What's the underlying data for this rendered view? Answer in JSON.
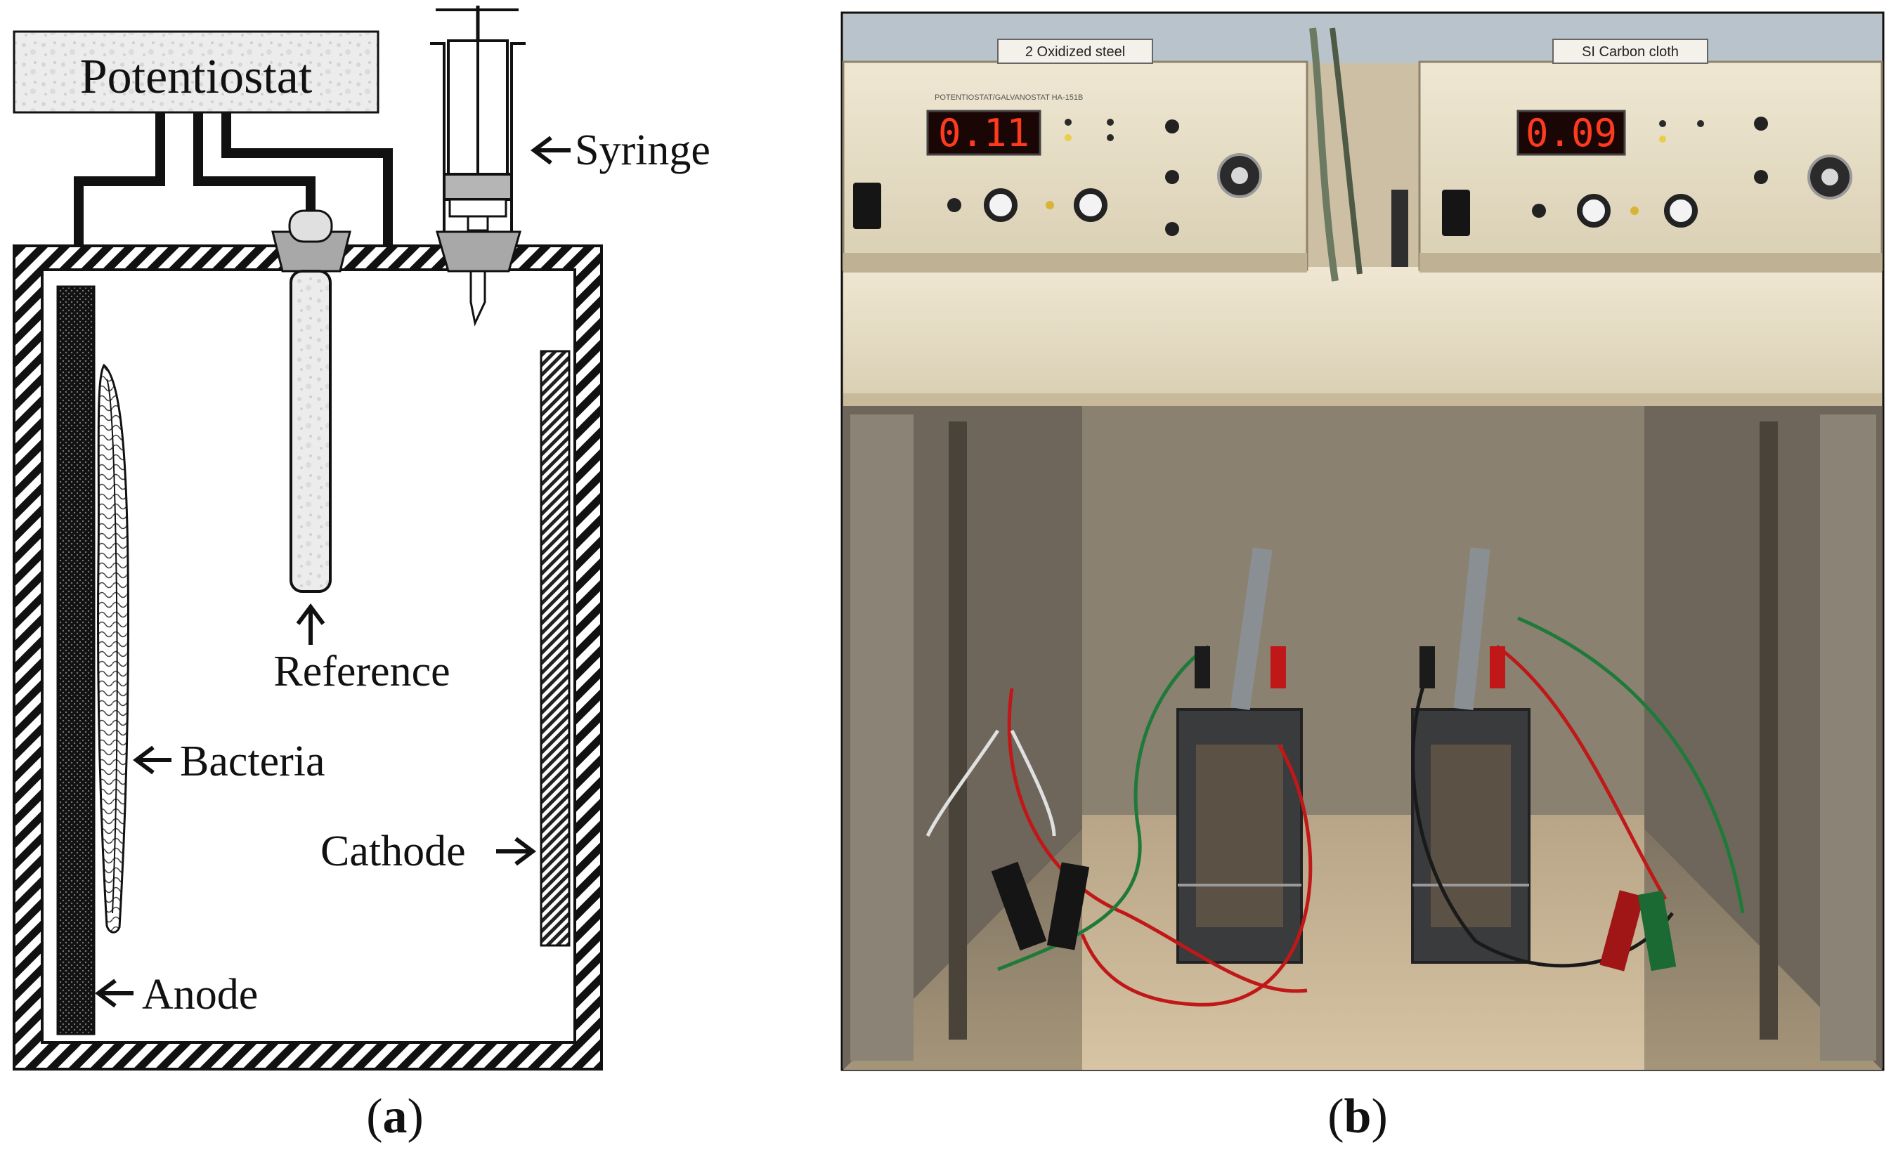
{
  "panel_a": {
    "label_text": "a",
    "labels": {
      "potentiostat": "Potentiostat",
      "syringe": "Syringe",
      "reference": "Reference",
      "bacteria": "Bacteria",
      "cathode": "Cathode",
      "anode": "Anode"
    }
  },
  "panel_b": {
    "label_text": "b",
    "tags": {
      "left": "2 Oxidized steel",
      "right": "SI Carbon cloth"
    },
    "readouts": {
      "left": "0.11",
      "right": "0.09"
    },
    "device_caption": "POTENTIOSTAT/GALVANOSTAT HA-151B"
  },
  "colors": {
    "display_red": "#ff3b1f",
    "panel_cream": "#e6dcc4",
    "wire_red": "#c01818",
    "wire_green": "#1f7a3a"
  }
}
